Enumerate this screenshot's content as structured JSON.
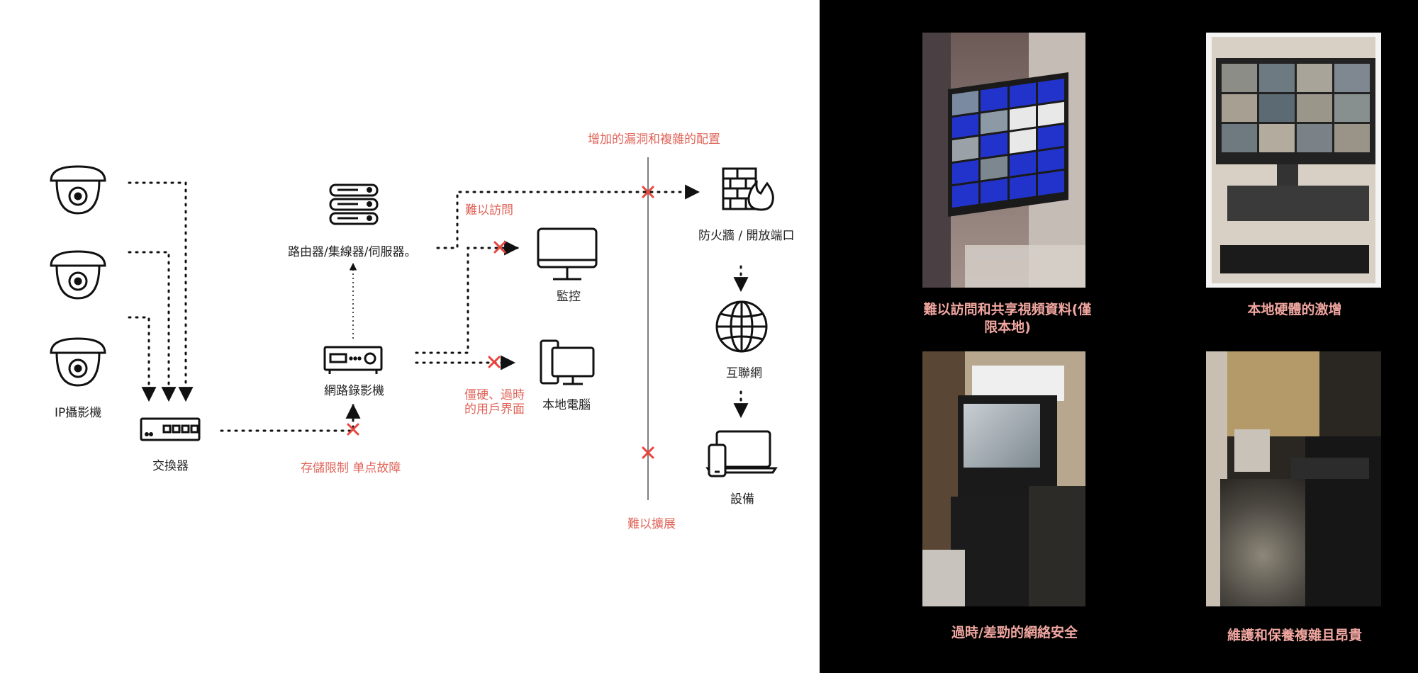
{
  "diagram": {
    "nodes": {
      "cameras": "IP攝影機",
      "switch": "交換器",
      "nvr": "網路錄影機",
      "router": "路由器/集線器/伺服器。",
      "monitoring": "監控",
      "local_pc": "本地電腦",
      "firewall": "防火牆 / 開放端口",
      "internet": "互聯網",
      "devices": "設備"
    },
    "problems": {
      "vulnerabilities": "增加的漏洞和複雜的配置",
      "hard_access": "難以訪問",
      "rigid_ui_line1": "僵硬、過時",
      "rigid_ui_line2": "的用戶界面",
      "storage": "存儲限制 单点故障",
      "hard_scale": "難以擴展"
    },
    "colors": {
      "problem": "#e0655a",
      "x_mark": "#e8453c",
      "line": "#111111"
    }
  },
  "photos": [
    {
      "caption_line1": "難以訪問和共享視頻資料(僅",
      "caption_line2": "限本地)"
    },
    {
      "caption": "本地硬體的激增"
    },
    {
      "caption": "過時/差勁的網絡安全"
    },
    {
      "caption": "維護和保養複雜且昂貴"
    }
  ],
  "caption_color": "#f2a7a1"
}
